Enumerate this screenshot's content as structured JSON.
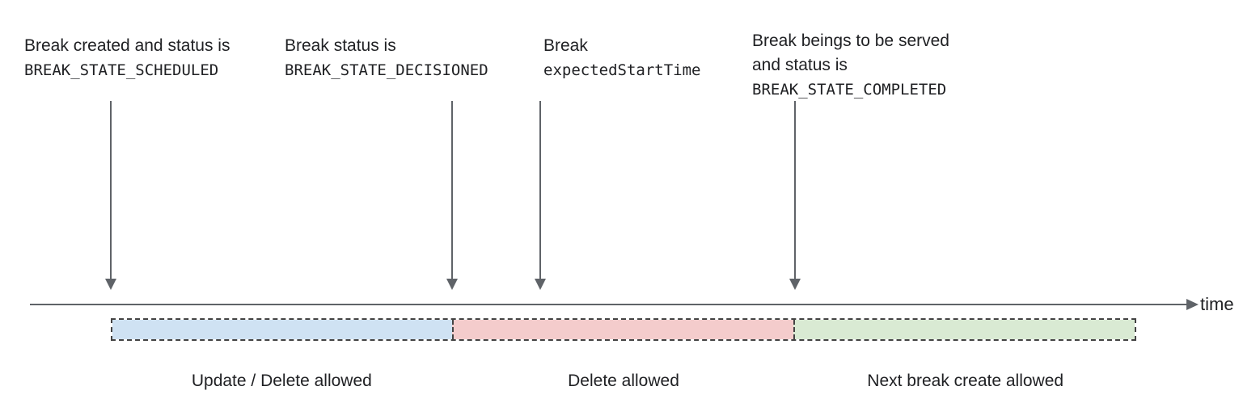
{
  "diagram": {
    "annotations": {
      "scheduled": {
        "text": "Break created and status is",
        "code": "BREAK_STATE_SCHEDULED"
      },
      "decisioned": {
        "text": "Break status is",
        "code": "BREAK_STATE_DECISIONED"
      },
      "expected_start": {
        "text": "Break",
        "code": "expectedStartTime"
      },
      "completed": {
        "text": "Break beings to be served",
        "text2": "and status is",
        "code": "BREAK_STATE_COMPLETED"
      }
    },
    "timeline": {
      "axis_label": "time"
    },
    "segments": [
      {
        "label": "Update / Delete allowed",
        "color": "#cfe2f3"
      },
      {
        "label": "Delete allowed",
        "color": "#f4cccc"
      },
      {
        "label": "Next break create allowed",
        "color": "#d9ead3"
      }
    ],
    "colors": {
      "line": "#5f6368",
      "dashed_border": "#434343",
      "text": "#202124"
    }
  }
}
